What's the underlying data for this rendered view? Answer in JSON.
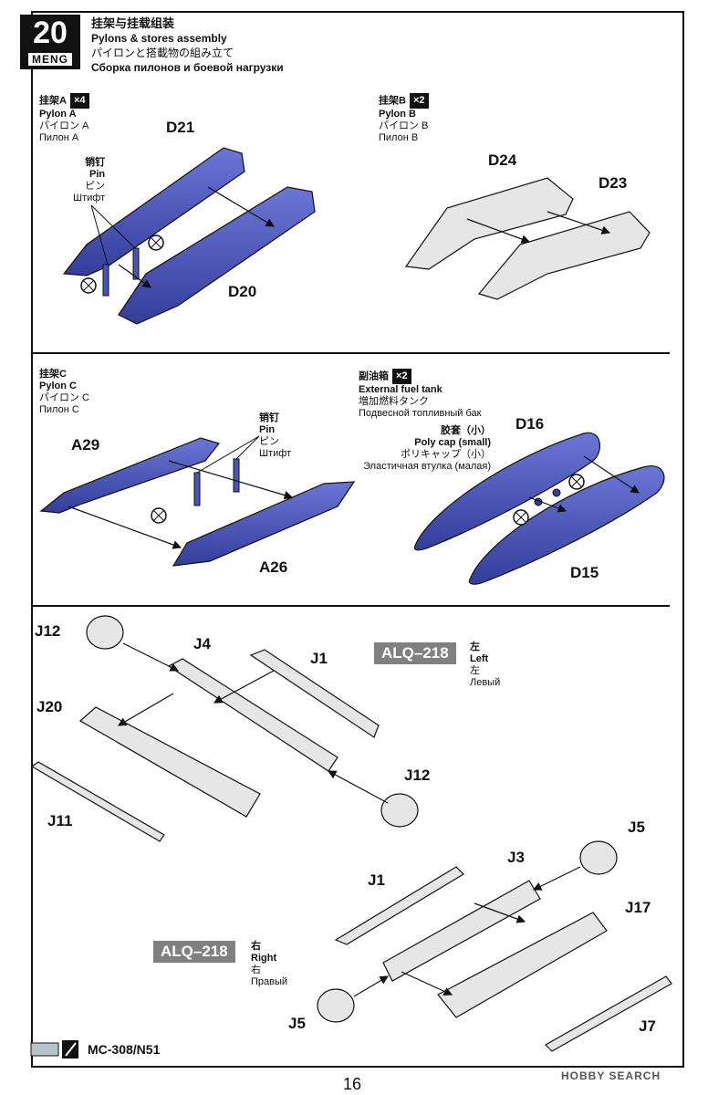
{
  "header": {
    "step_number": "20",
    "brand": "MENG",
    "title_zh": "挂架与挂载组装",
    "title_en": "Pylons & stores assembly",
    "title_ja": "パイロンと搭載物の組み立て",
    "title_ru": "Сборка пилонов и боевой нагрузки"
  },
  "pylon_a": {
    "zh": "挂架A",
    "en": "Pylon A",
    "ja": "パイロン A",
    "ru": "Пилон А",
    "count": "×4",
    "parts": [
      "D21",
      "D20"
    ],
    "pin": {
      "zh": "销钉",
      "en": "Pin",
      "ja": "ピン",
      "ru": "Штифт"
    }
  },
  "pylon_b": {
    "zh": "挂架B",
    "en": "Pylon B",
    "ja": "パイロン B",
    "ru": "Пилон В",
    "count": "×2",
    "parts": [
      "D24",
      "D23"
    ]
  },
  "pylon_c": {
    "zh": "挂架C",
    "en": "Pylon C",
    "ja": "パイロン C",
    "ru": "Пилон С",
    "parts": [
      "A29",
      "A26"
    ],
    "pin": {
      "zh": "销钉",
      "en": "Pin",
      "ja": "ピン",
      "ru": "Штифт"
    }
  },
  "fuel_tank": {
    "zh": "副油箱",
    "en": "External fuel tank",
    "ja": "増加燃料タンク",
    "ru": "Подвесной топливный бак",
    "count": "×2",
    "parts": [
      "D16",
      "D15"
    ],
    "poly_cap": {
      "zh": "胶套（小）",
      "en": "Poly cap (small)",
      "ja": "ポリキャップ（小）",
      "ru": "Эластичная втулка (малая)"
    }
  },
  "alq_left": {
    "badge": "ALQ–218",
    "zh": "左",
    "en": "Left",
    "ja": "左",
    "ru": "Левый",
    "parts": [
      "J12",
      "J4",
      "J1",
      "J20",
      "J12",
      "J11"
    ]
  },
  "alq_right": {
    "badge": "ALQ–218",
    "zh": "右",
    "en": "Right",
    "ja": "右",
    "ru": "Правый",
    "parts": [
      "J5",
      "J1",
      "J3",
      "J17",
      "J5",
      "J7"
    ]
  },
  "footer": {
    "paint_code": "MC-308/N51",
    "page_number": "16",
    "watermark": "HOBBY SEARCH"
  },
  "colors": {
    "blue_part": "#4a55b8",
    "grey_part": "#e6e6e6",
    "paint_swatch": "#b8c4cc"
  }
}
